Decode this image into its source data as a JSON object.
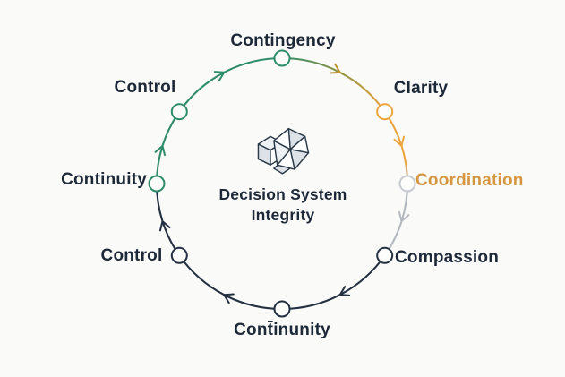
{
  "diagram": {
    "type": "cycle",
    "direction": "clockwise",
    "node_count": 8
  },
  "center": {
    "icon": "crystal-polyhedron-icon",
    "title_line1": "Decision System",
    "title_line2": "Integrity"
  },
  "nodes": [
    {
      "label": "Contingency",
      "position": "top",
      "node_color": "green",
      "label_color": "ink"
    },
    {
      "label": "Clarity",
      "position": "upper-right",
      "node_color": "orange",
      "label_color": "ink"
    },
    {
      "label": "Coordination",
      "position": "right",
      "node_color": "gray",
      "label_color": "orange"
    },
    {
      "label": "Compassion",
      "position": "lower-right",
      "node_color": "navy",
      "label_color": "ink"
    },
    {
      "label": "Cont̄inunity",
      "position": "bottom",
      "node_color": "navy",
      "label_color": "ink"
    },
    {
      "label": "Control",
      "position": "lower-left",
      "node_color": "navy",
      "label_color": "ink"
    },
    {
      "label": "Continuity",
      "position": "left",
      "node_color": "green",
      "label_color": "ink"
    },
    {
      "label": "Control",
      "position": "upper-left",
      "node_color": "green",
      "label_color": "ink"
    }
  ],
  "segments": [
    {
      "from": "upper-left Control",
      "to": "Contingency",
      "color": "green"
    },
    {
      "from": "Contingency",
      "to": "Clarity",
      "color": "green-to-orange gradient"
    },
    {
      "from": "Clarity",
      "to": "Coordination",
      "color": "orange-to-gray gradient"
    },
    {
      "from": "Coordination",
      "to": "Compassion",
      "color": "gray"
    },
    {
      "from": "Compassion",
      "to": "Continunity",
      "color": "navy"
    },
    {
      "from": "Continunity",
      "to": "Control",
      "color": "navy"
    },
    {
      "from": "Control",
      "to": "Continuity",
      "color": "navy"
    },
    {
      "from": "Continuity",
      "to": "Control",
      "color": "green"
    }
  ],
  "colors": {
    "bg": "#fafaf8",
    "ink": "#1d2939",
    "navy": "#223041",
    "green": "#2e8c68",
    "orange": "#eca53f",
    "orange_text": "#d6953f",
    "olive": "#bd9434",
    "gray": "#b3b8be",
    "gray_node": "#c7cbd1",
    "node_fill": "#fdfdfc",
    "icon_face": "#dde2e8"
  }
}
